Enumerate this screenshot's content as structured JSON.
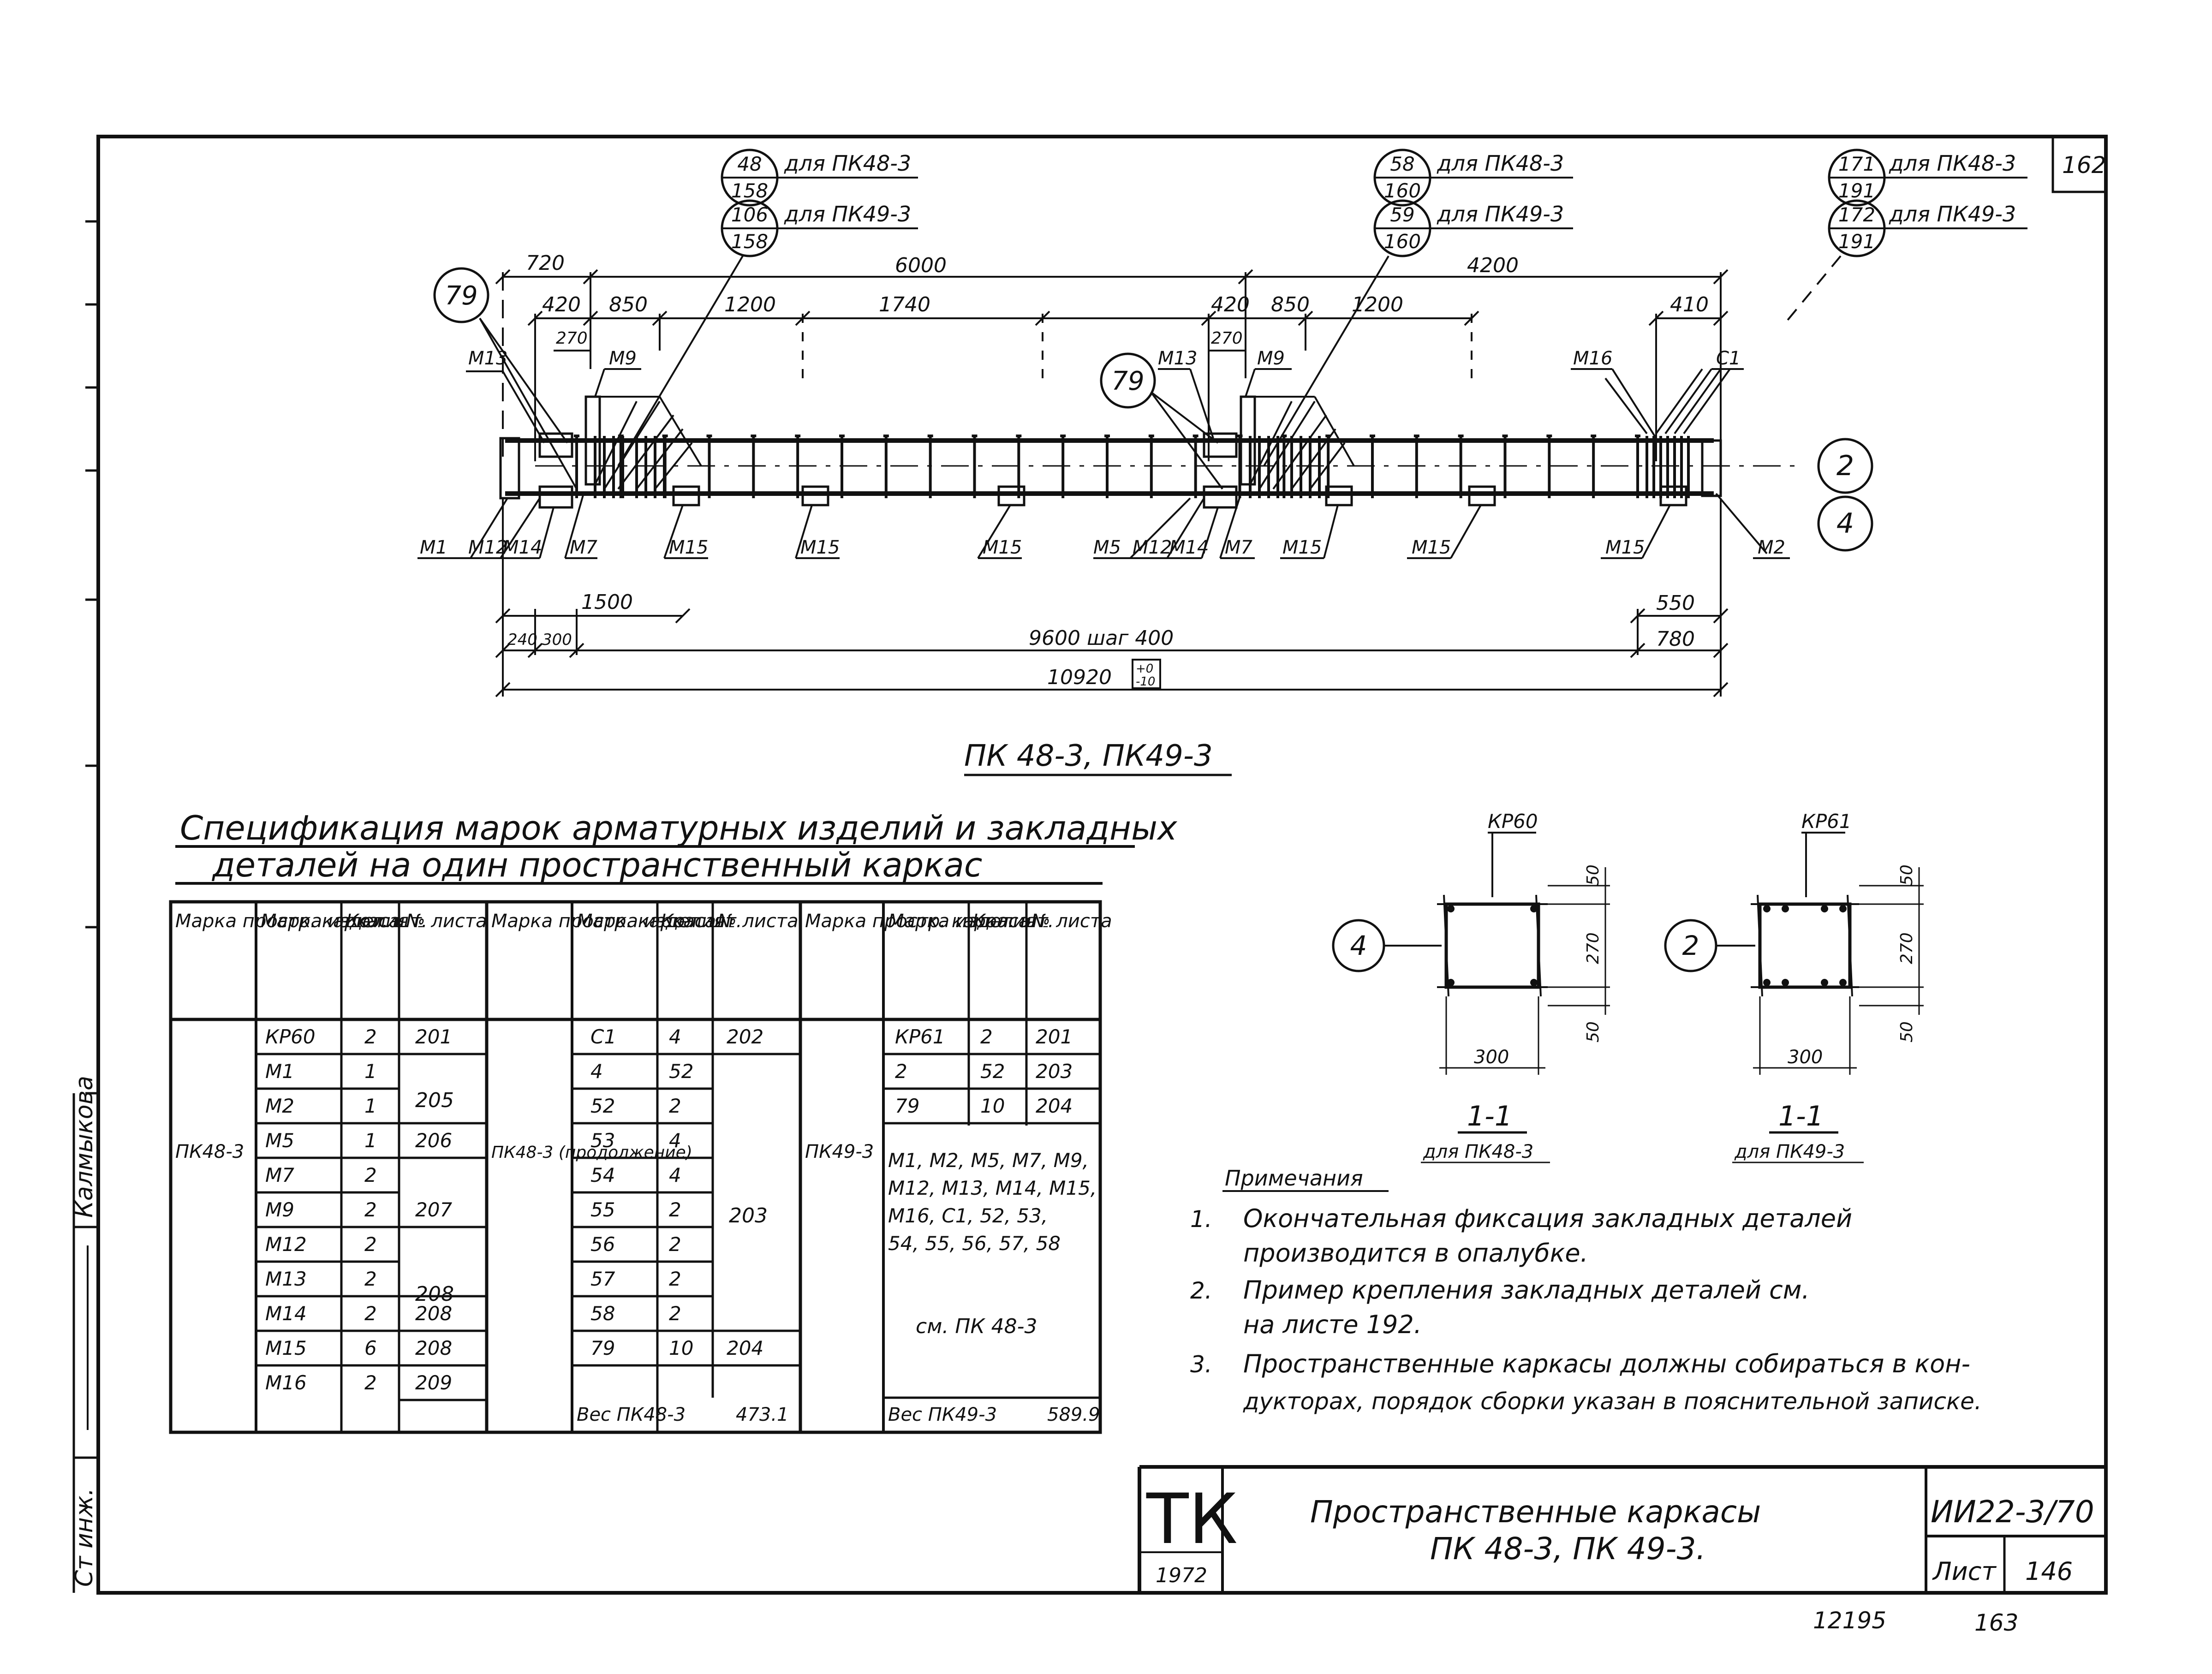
{
  "sheet_corner": "162",
  "callouts_left": [
    {
      "num": "48",
      "den": "158",
      "text": "для ПК48-3"
    },
    {
      "num": "106",
      "den": "158",
      "text": "для ПК49-3"
    }
  ],
  "callouts_mid": [
    {
      "num": "58",
      "den": "160",
      "text": "для ПК48-3"
    },
    {
      "num": "59",
      "den": "160",
      "text": "для ПК49-3"
    }
  ],
  "callouts_right": [
    {
      "num": "171",
      "den": "191",
      "text": "для ПК48-3"
    },
    {
      "num": "172",
      "den": "191",
      "text": "для ПК49-3"
    }
  ],
  "circle_79": "79",
  "section_marks": [
    "2",
    "4"
  ],
  "top_dims": {
    "d720": "720",
    "d6000": "6000",
    "d4200": "4200",
    "d420a": "420",
    "d850a": "850",
    "d1200a": "1200",
    "d1740": "1740",
    "d420b": "420",
    "d850b": "850",
    "d1200b": "1200",
    "d410": "410",
    "d270a": "270",
    "d270b": "270"
  },
  "bottom_dims": {
    "d1500": "1500",
    "d240": "240",
    "d300": "300",
    "d9600": "9600 шаг 400",
    "d550": "550",
    "d780": "780",
    "d10920": "10920",
    "tol_top": "+0",
    "tol_bot": "-10"
  },
  "upper_labels": {
    "m13a": "М13",
    "m9a": "М9",
    "m13b": "М13",
    "m9b": "М9",
    "m16": "М16",
    "c1": "С1"
  },
  "lower_labels": [
    "М1",
    "М12",
    "М14",
    "М7",
    "М15",
    "М15",
    "М15",
    "М5",
    "М12",
    "М14",
    "М7",
    "М15",
    "М15",
    "М15",
    "М2"
  ],
  "drawing_title": "ПК 48-3, ПК49-3",
  "spec_title_line1": "Спецификация марок арматурных изделий и закладных",
  "spec_title_line2": "деталей на один пространственный каркас",
  "spec_table": {
    "headers": [
      "Марка простр. каркаса",
      "Марка изделия",
      "Кол. шт.",
      "№ листа"
    ],
    "g1_frame": "ПК48-3",
    "g1_rows": [
      [
        "КР60",
        "2",
        "201"
      ],
      [
        "М1",
        "1",
        ""
      ],
      [
        "М2",
        "1",
        ""
      ],
      [
        "М5",
        "1",
        "206"
      ],
      [
        "М7",
        "2",
        ""
      ],
      [
        "М9",
        "2",
        "207"
      ],
      [
        "М12",
        "2",
        ""
      ],
      [
        "М13",
        "2",
        ""
      ],
      [
        "М14",
        "2",
        "208"
      ],
      [
        "М15",
        "6",
        "208"
      ],
      [
        "М16",
        "2",
        "209"
      ]
    ],
    "g1_sheet_205": "205",
    "g1_sheet_208": "208",
    "g2_frame": "ПК48-3 (продолжение)",
    "g2_rows": [
      [
        "С1",
        "4",
        "202"
      ],
      [
        "4",
        "52",
        ""
      ],
      [
        "52",
        "2",
        ""
      ],
      [
        "53",
        "4",
        ""
      ],
      [
        "54",
        "4",
        ""
      ],
      [
        "55",
        "2",
        ""
      ],
      [
        "56",
        "2",
        ""
      ],
      [
        "57",
        "2",
        ""
      ],
      [
        "58",
        "2",
        ""
      ],
      [
        "79",
        "10",
        "204"
      ]
    ],
    "g2_sheet_203": "203",
    "g2_weight": "Вес ПК48-3",
    "g2_weight_val": "473.1",
    "g3_frame": "ПК49-3",
    "g3_rows": [
      [
        "КР61",
        "2",
        "201"
      ],
      [
        "2",
        "52",
        "203"
      ],
      [
        "79",
        "10",
        "204"
      ]
    ],
    "g3_list": [
      "М1, М2, М5, М7, М9,",
      "М12, М13, М14, М15,",
      "М16, С1, 52, 53,",
      "54, 55, 56, 57, 58"
    ],
    "g3_ref": "см. ПК 48-3",
    "g3_weight": "Вес ПК49-3",
    "g3_weight_val": "589.9"
  },
  "sections": [
    {
      "label": "КР60",
      "mark": "4",
      "title": "1-1",
      "sub": "для ПК48-3",
      "w": "300",
      "h1": "50",
      "h2": "270",
      "h3": "50"
    },
    {
      "label": "КР61",
      "mark": "2",
      "title": "1-1",
      "sub": "для ПК49-3",
      "w": "300",
      "h1": "50",
      "h2": "270",
      "h3": "50"
    }
  ],
  "notes_title": "Примечания",
  "notes": [
    {
      "n": "1.",
      "lines": [
        "Окончательная фиксация закладных деталей",
        "производится в опалубке."
      ]
    },
    {
      "n": "2.",
      "lines": [
        "Пример крепления закладных деталей см.",
        "на листе 192."
      ]
    },
    {
      "n": "3.",
      "lines": [
        "Пространственные каркасы должны собираться в кон-",
        "дукторах, порядок сборки указан в пояснительной записке."
      ]
    }
  ],
  "title_block": {
    "logo": "ТК",
    "year": "1972",
    "title1": "Пространственные каркасы",
    "title2": "ПК 48-3, ПК 49-3.",
    "code": "ИИ22-3/70",
    "sheet_label": "Лист",
    "sheet_num": "146"
  },
  "side_labels": {
    "l1": "Ст инж.",
    "l2": "Калмыкова"
  },
  "footer": {
    "left": "12195",
    "right": "163"
  }
}
